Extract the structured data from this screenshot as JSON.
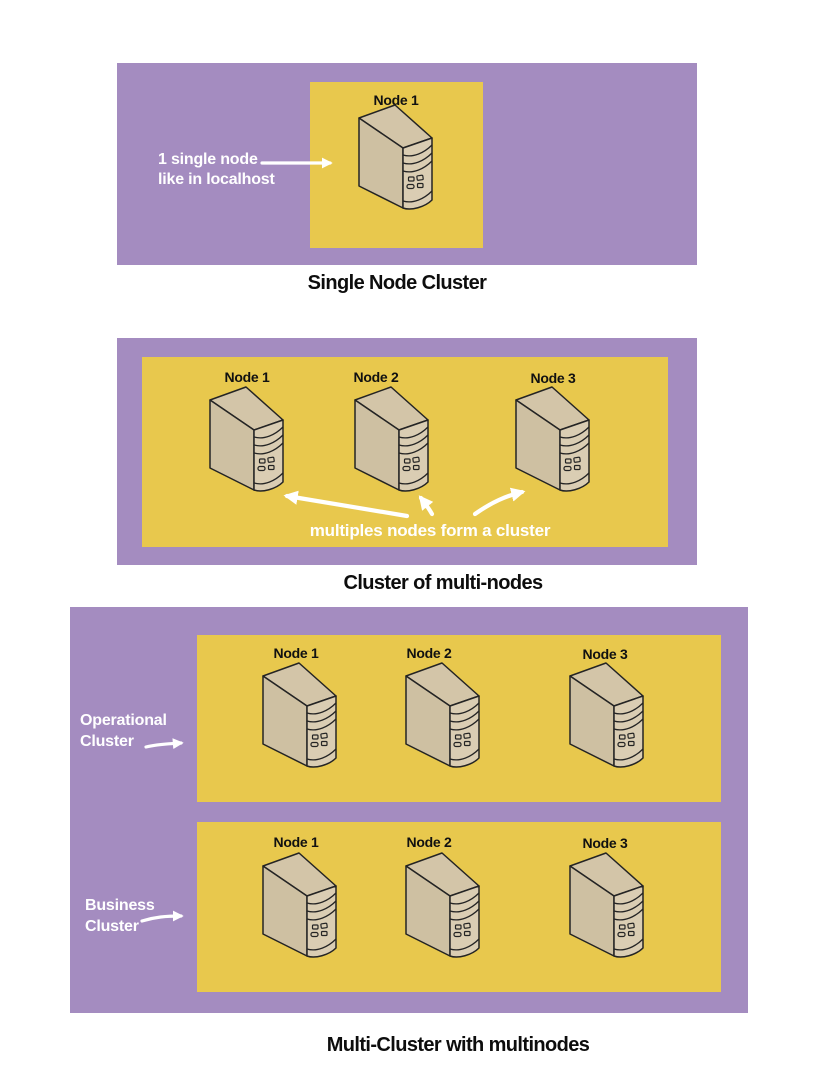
{
  "palette": {
    "page_background": "#ffffff",
    "panel_purple": "#a48cc0",
    "cluster_yellow": "#e8c84d",
    "server_side": "#cec0a2",
    "server_top": "#d3c5a8",
    "server_front": "#dacdb3",
    "outline_dark": "#242424",
    "label_black": "#111111",
    "annotation_white": "#ffffff"
  },
  "icons": {
    "server": "server-tower-icon",
    "arrow": "white-arrow-icon"
  },
  "sections": [
    {
      "title": "Single Node Cluster",
      "annotation": {
        "line1": "1 single node",
        "line2": "like in localhost"
      },
      "nodes": [
        {
          "label": "Node 1"
        }
      ]
    },
    {
      "title": "Cluster of multi-nodes",
      "annotation": {
        "line1": "multiples nodes form a cluster"
      },
      "nodes": [
        {
          "label": "Node 1"
        },
        {
          "label": "Node 2"
        },
        {
          "label": "Node 3"
        }
      ]
    },
    {
      "title": "Multi-Cluster with multinodes",
      "clusters": [
        {
          "label_line1": "Operational",
          "label_line2": "Cluster",
          "nodes": [
            {
              "label": "Node 1"
            },
            {
              "label": "Node 2"
            },
            {
              "label": "Node 3"
            }
          ]
        },
        {
          "label_line1": "Business",
          "label_line2": "Cluster",
          "nodes": [
            {
              "label": "Node 1"
            },
            {
              "label": "Node 2"
            },
            {
              "label": "Node 3"
            }
          ]
        }
      ]
    }
  ]
}
